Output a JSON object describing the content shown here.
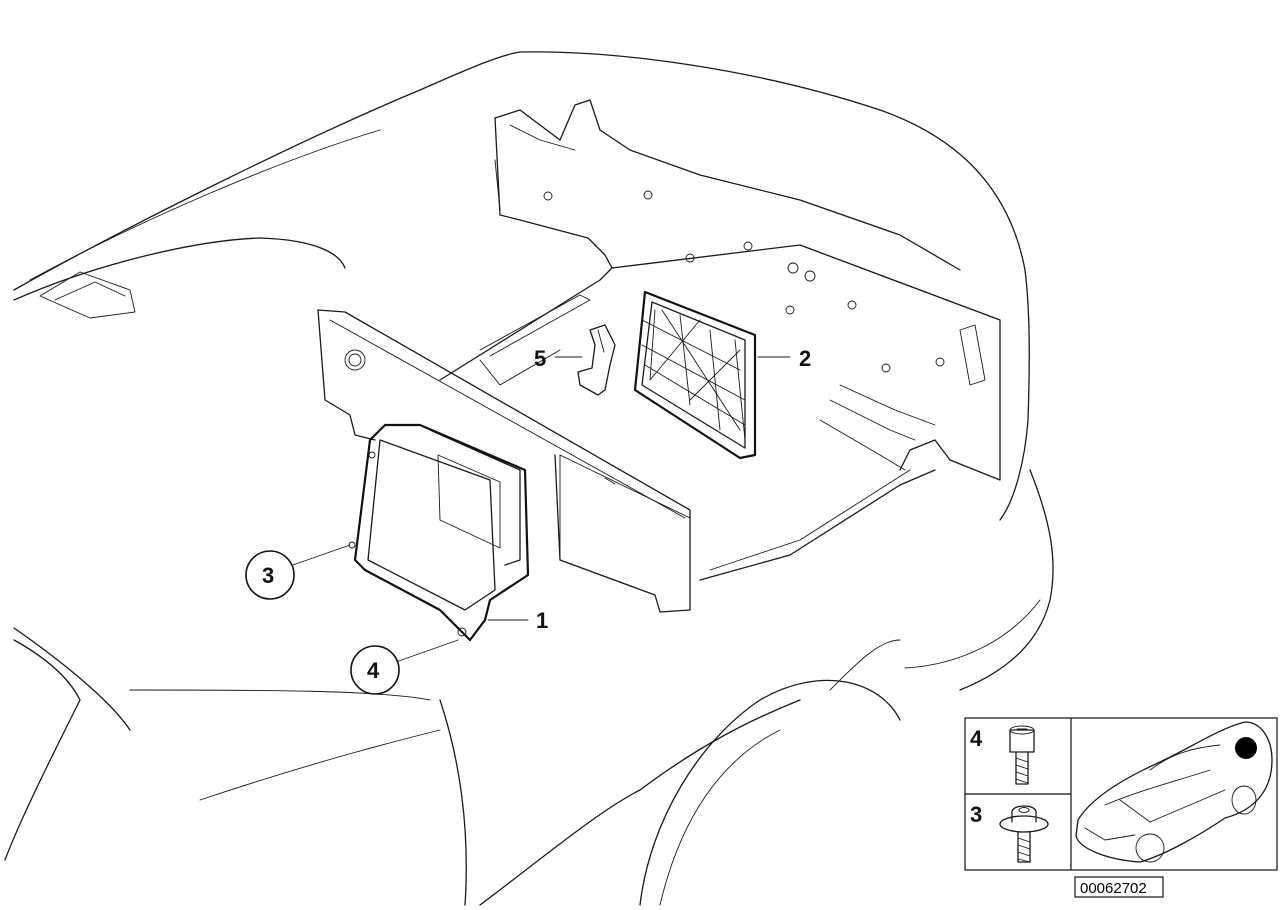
{
  "callouts": {
    "c1": "1",
    "c2": "2",
    "c3": "3",
    "c4": "4",
    "c5": "5"
  },
  "inset": {
    "row_top_label": "4",
    "row_bottom_label": "3"
  },
  "document_id": "00062702"
}
